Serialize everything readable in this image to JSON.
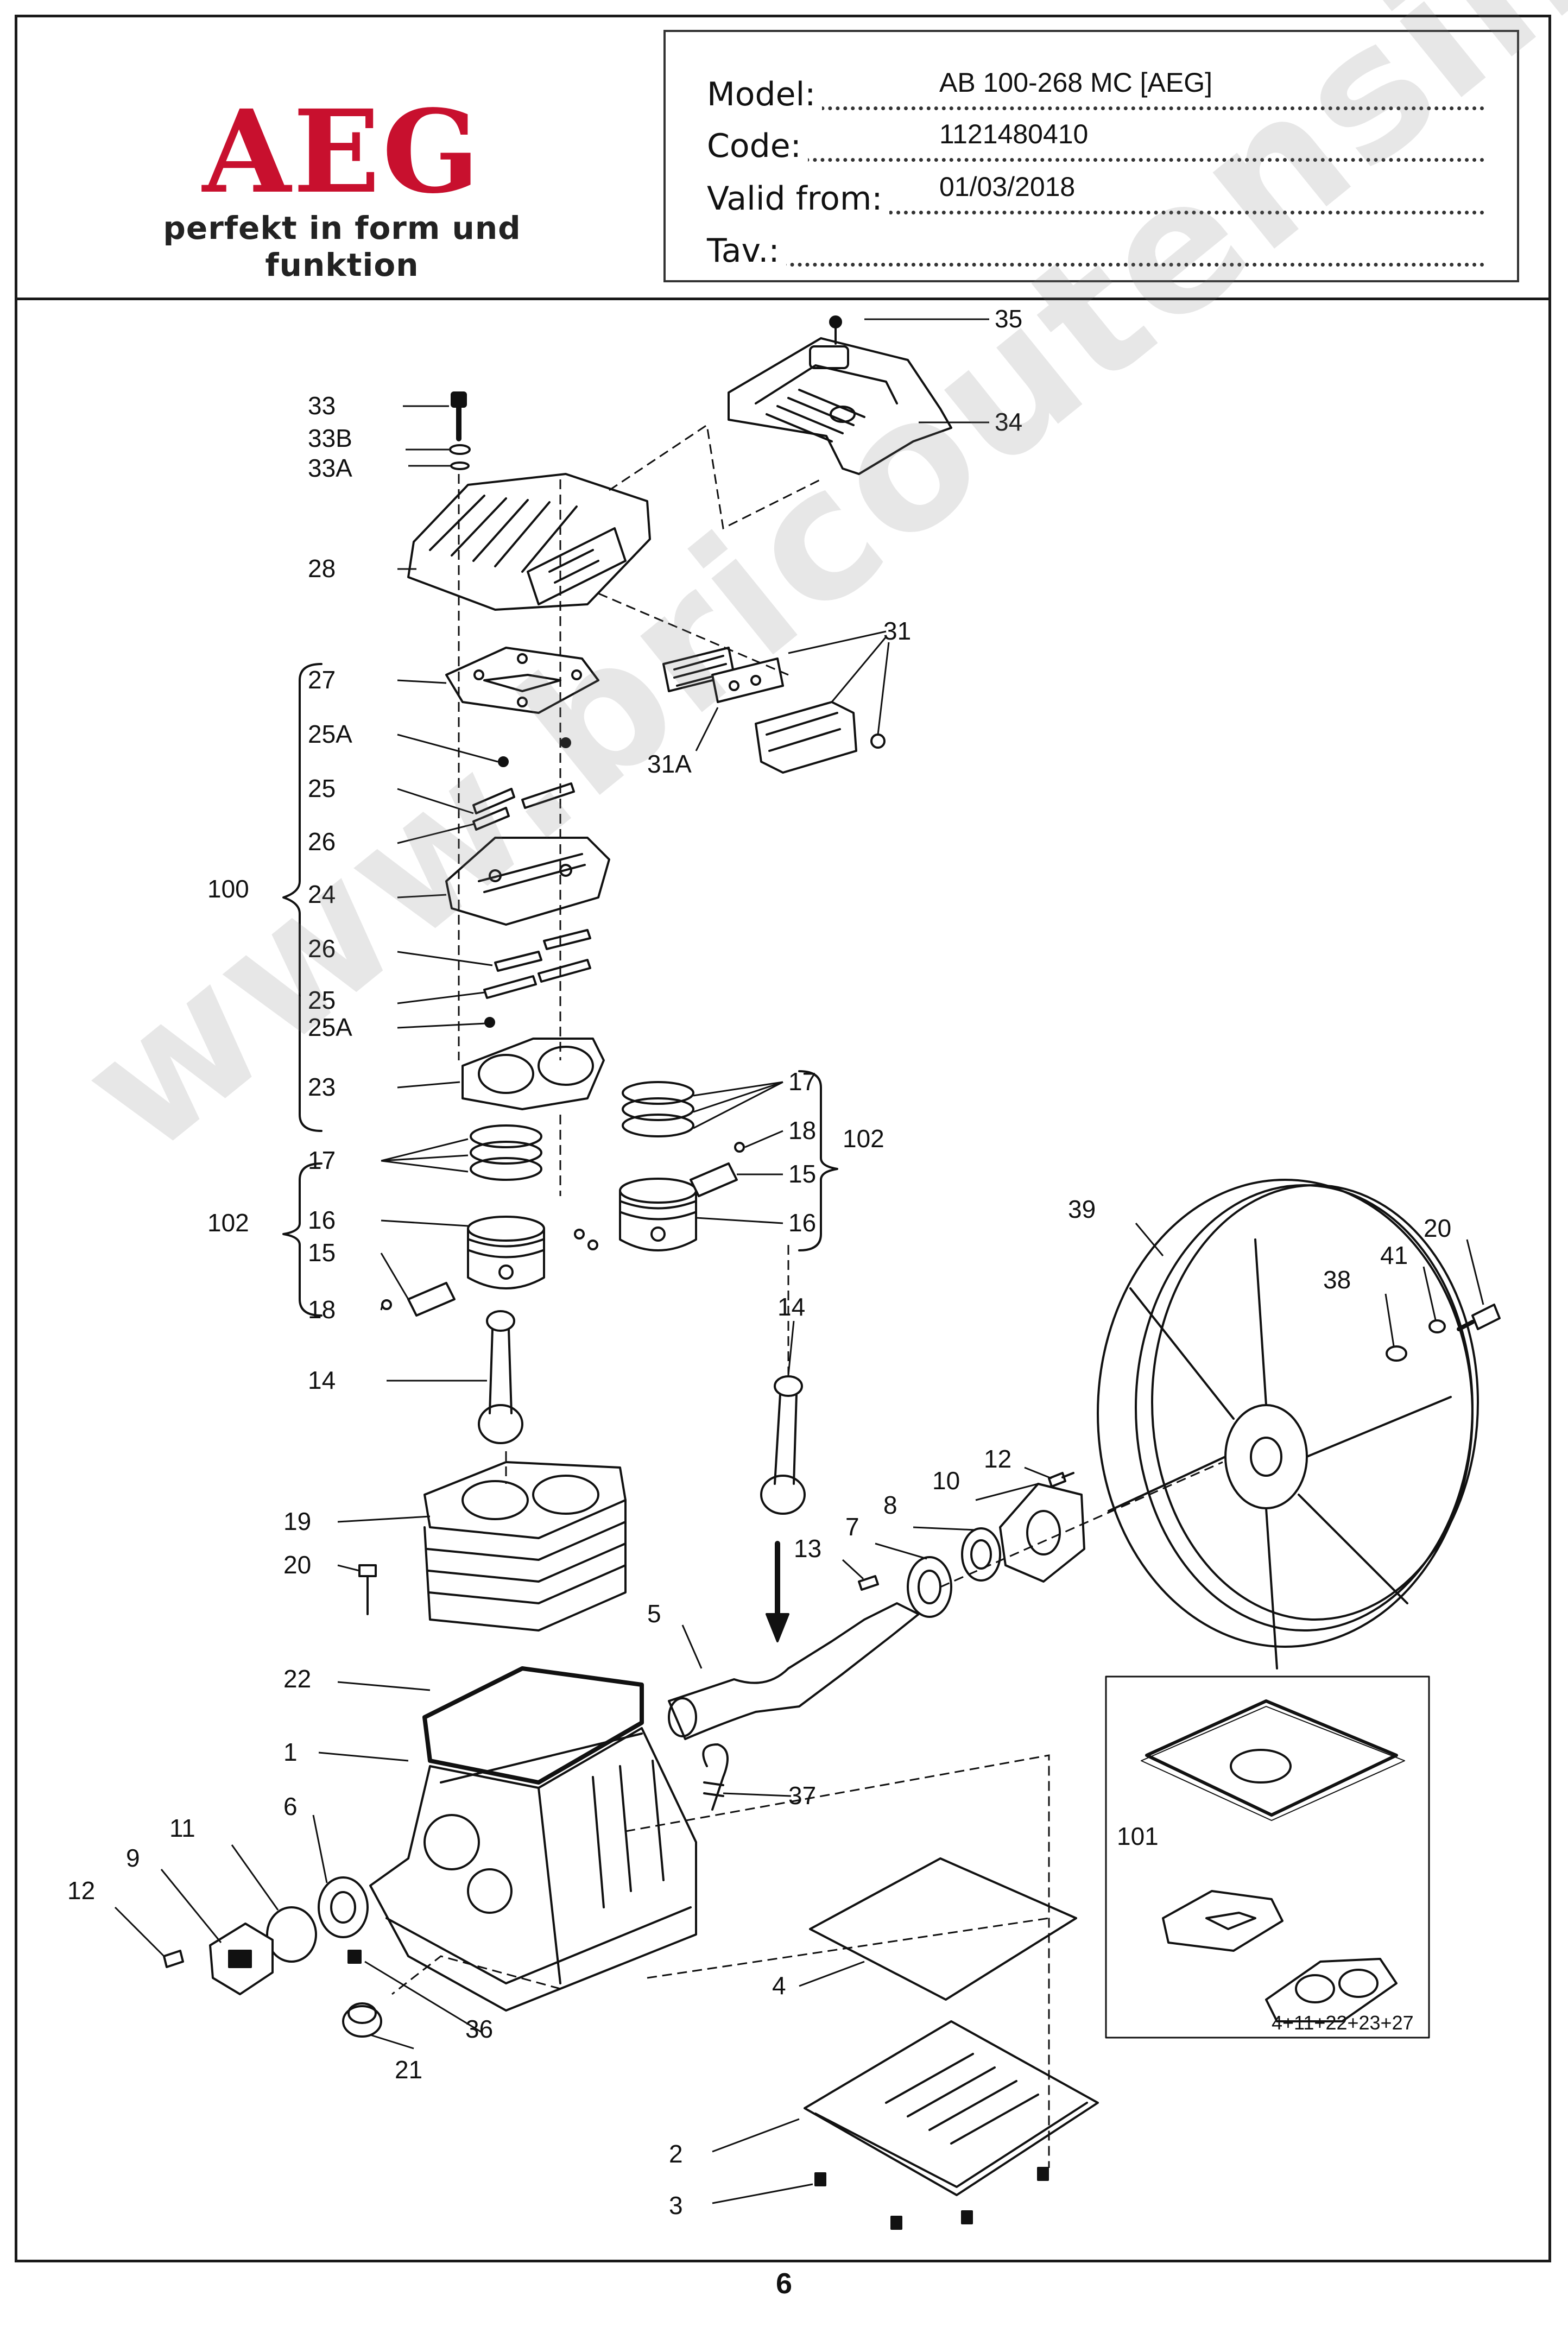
{
  "header": {
    "logo_brand": "AEG",
    "logo_tagline": "perfekt in form und funktion",
    "model_label": "Model:",
    "model_value": "AB 100-268 MC [AEG]",
    "code_label": "Code:",
    "code_value": "1121480410",
    "valid_label": "Valid from:",
    "valid_value": "01/03/2018",
    "tav_label": "Tav.:",
    "tav_value": ""
  },
  "watermark": "www.bricoutensili.com",
  "callouts": {
    "p35": "35",
    "p34": "34",
    "p33": "33",
    "p33b": "33B",
    "p33a": "33A",
    "p28": "28",
    "p31": "31",
    "p31a": "31A",
    "p27": "27",
    "p25a_top": "25A",
    "p25_top": "25",
    "p26_top": "26",
    "p24": "24",
    "p26_bot": "26",
    "p25_bot": "25",
    "p25a_bot": "25A",
    "p23": "23",
    "p100": "100",
    "p17_right": "17",
    "p18_right": "18",
    "p15_right": "15",
    "p16_right": "16",
    "p102_right": "102",
    "p17_left": "17",
    "p16_left": "16",
    "p15_left": "15",
    "p18_left": "18",
    "p102_left": "102",
    "p14_left": "14",
    "p14_right": "14",
    "p39": "39",
    "p20_right": "20",
    "p41": "41",
    "p38": "38",
    "p12_right": "12",
    "p10": "10",
    "p8": "8",
    "p7": "7",
    "p13": "13",
    "p19": "19",
    "p20_left": "20",
    "p5": "5",
    "p22": "22",
    "p1": "1",
    "p37": "37",
    "p6": "6",
    "p11": "11",
    "p9": "9",
    "p12_left": "12",
    "p101": "101",
    "p4": "4",
    "p36": "36",
    "p21": "21",
    "p2": "2",
    "p3": "3"
  },
  "kit_note": "4+11+22+23+27",
  "page_number": "6"
}
